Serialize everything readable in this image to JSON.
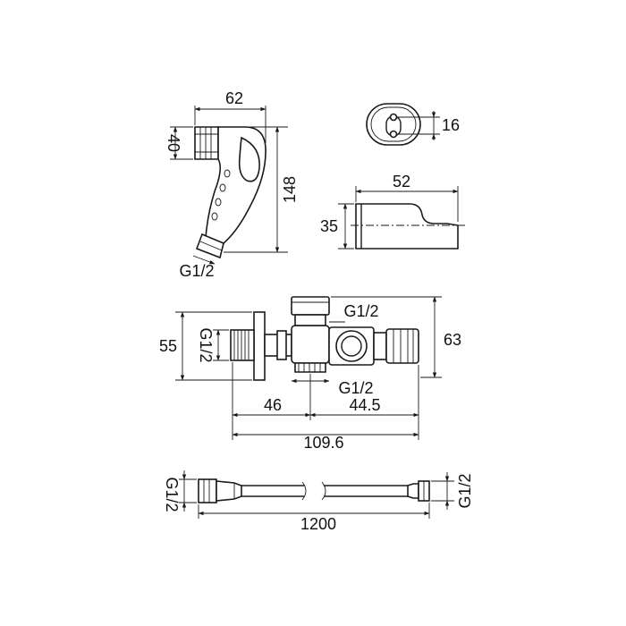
{
  "handset": {
    "width_label": "62",
    "head_label": "40",
    "height_label": "148",
    "thread_label": "G1/2"
  },
  "holder_face": {
    "spacing_label": "16"
  },
  "holder_side": {
    "width_label": "52",
    "height_label": "35"
  },
  "valve": {
    "flange_label": "55",
    "inlet_thread_label": "G1/2",
    "top_thread_label": "G1/2",
    "bottom_thread_label": "G1/2",
    "height_label": "63",
    "left_length_label": "46",
    "right_length_label": "44.5",
    "total_length_label": "109.6"
  },
  "hose": {
    "left_thread_label": "G1/2",
    "right_thread_label": "G1/2",
    "length_label": "1200"
  }
}
